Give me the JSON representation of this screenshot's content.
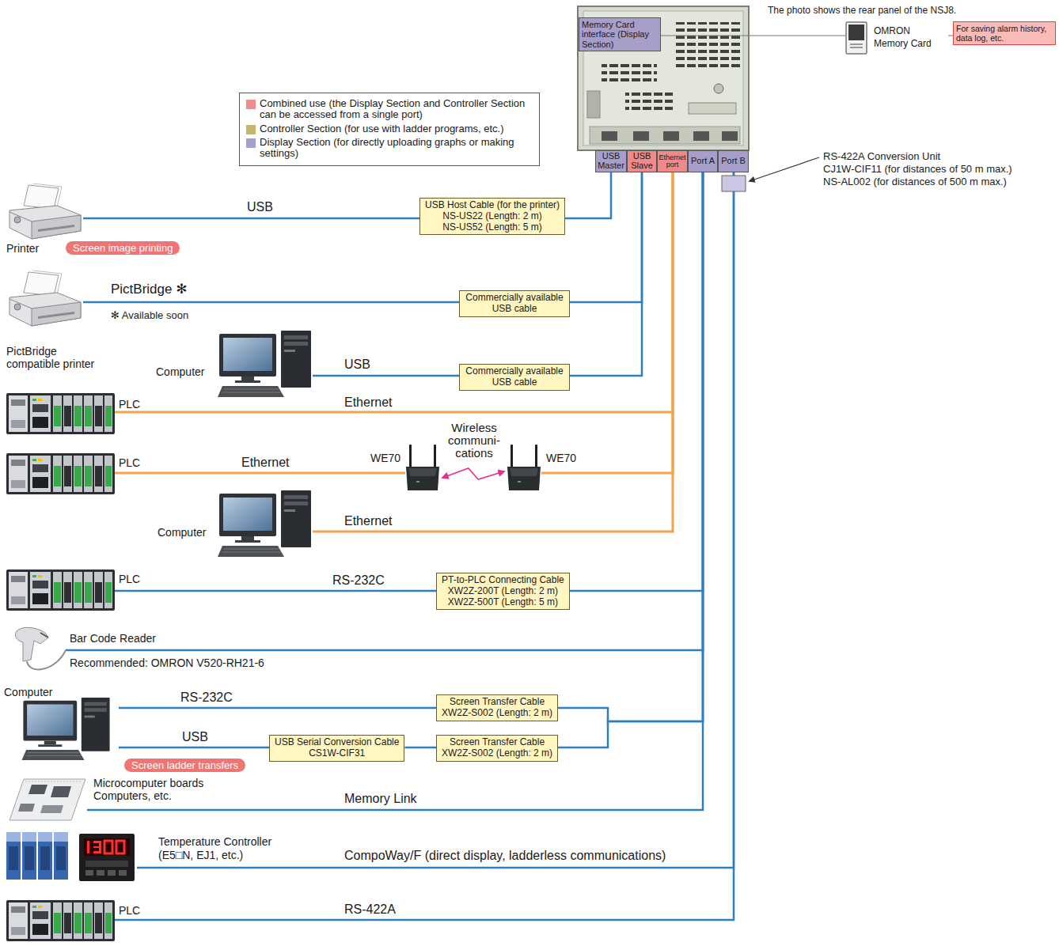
{
  "diagram": {
    "nodes": [
      {
        "text": [
          "Memory Card interface (Display Section)"
        ]
      },
      {
        "text": [
          "OMRON Memory Card"
        ]
      },
      {
        "text": [
          "For saving alarm history, data log, etc."
        ]
      },
      {
        "text": [
          "USB Master"
        ]
      },
      {
        "text": [
          "USB Slave"
        ]
      },
      {
        "text": [
          "Ethernet port"
        ]
      },
      {
        "text": [
          "Port A"
        ]
      },
      {
        "text": [
          "Port B"
        ]
      },
      {
        "text": [
          "USB Host Cable (for the printer)",
          "NS-US22 (Length: 2 m)",
          "NS-US52 (Length: 5 m)"
        ]
      },
      {
        "text": [
          "Printer"
        ]
      },
      {
        "text": [
          "Screen image printing"
        ]
      },
      {
        "text": [
          "PictBridge compatible printer"
        ]
      },
      {
        "text": [
          "Commercially available USB cable"
        ]
      },
      {
        "text": [
          "Computer"
        ]
      },
      {
        "text": [
          "Commercially available USB cable"
        ]
      },
      {
        "text": [
          "PLC"
        ]
      },
      {
        "text": [
          "PLC"
        ]
      },
      {
        "text": [
          "WE70"
        ]
      },
      {
        "text": [
          "WE70"
        ]
      },
      {
        "text": [
          "Computer"
        ]
      },
      {
        "text": [
          "PLC"
        ]
      },
      {
        "text": [
          "PT-to-PLC Connecting Cable",
          "XW2Z-200T (Length: 2 m)",
          "XW2Z-500T (Length: 5 m)"
        ]
      },
      {
        "text": [
          "Bar Code Reader",
          "Recommended: OMRON V520-RH21-6"
        ]
      },
      {
        "text": [
          "Computer"
        ]
      },
      {
        "text": [
          "Screen Transfer Cable",
          "XW2Z-S002 (Length: 2 m)"
        ]
      },
      {
        "text": [
          "USB Serial Conversion Cable",
          "CS1W-CIF31"
        ]
      },
      {
        "text": [
          "Screen Transfer Cable",
          "XW2Z-S002 (Length: 2 m)"
        ]
      },
      {
        "text": [
          "Screen ladder transfers"
        ]
      },
      {
        "text": [
          "Microcomputer boards",
          "Computers, etc."
        ]
      },
      {
        "text": [
          "Temperature Controller",
          "(E5□N, EJ1, etc.)"
        ]
      },
      {
        "text": [
          "PLC"
        ]
      }
    ],
    "edges": [
      {
        "from": 0,
        "to": 1,
        "arrow": "none"
      },
      {
        "from": 1,
        "to": 2,
        "arrow": "none"
      },
      {
        "from": 9,
        "to": 8,
        "label": "USB",
        "arrow": "none"
      },
      {
        "from": 8,
        "to": 3,
        "arrow": "none"
      },
      {
        "from": 11,
        "to": 12,
        "label": "PictBridge ✻",
        "arrow": "none"
      },
      {
        "from": 12,
        "to": 4,
        "arrow": "none"
      },
      {
        "from": 13,
        "to": 14,
        "label": "USB",
        "arrow": "none"
      },
      {
        "from": 14,
        "to": 4,
        "arrow": "none"
      },
      {
        "from": 15,
        "to": 5,
        "label": "Ethernet",
        "arrow": "none"
      },
      {
        "from": 16,
        "to": 17,
        "label": "Ethernet",
        "arrow": "none"
      },
      {
        "from": 17,
        "to": 18,
        "label": "Wireless communi- cations",
        "arrow": "both"
      },
      {
        "from": 18,
        "to": 5,
        "arrow": "none"
      },
      {
        "from": 19,
        "to": 5,
        "label": "Ethernet",
        "arrow": "none"
      },
      {
        "from": 20,
        "to": 21,
        "label": "RS-232C",
        "arrow": "none"
      },
      {
        "from": 21,
        "to": 6,
        "arrow": "none"
      },
      {
        "from": 22,
        "to": 6,
        "arrow": "none"
      },
      {
        "from": 23,
        "to": 24,
        "label": "RS-232C",
        "arrow": "none"
      },
      {
        "from": 23,
        "to": 25,
        "label": "USB",
        "arrow": "none"
      },
      {
        "from": 25,
        "to": 26,
        "arrow": "none"
      },
      {
        "from": 24,
        "to": 6,
        "arrow": "none"
      },
      {
        "from": 26,
        "to": 6,
        "arrow": "none"
      },
      {
        "from": 28,
        "to": 6,
        "label": "Memory Link",
        "arrow": "none"
      },
      {
        "from": 29,
        "to": 7,
        "label": "CompoWay/F (direct display, ladderless communications)",
        "arrow": "none"
      },
      {
        "from": 30,
        "to": 7,
        "label": "RS-422A",
        "arrow": "none"
      }
    ],
    "labels": [
      "The photo shows the rear panel of the NSJ8.",
      "✻ Available soon",
      "RS-422A Conversion Unit",
      "CJ1W-CIF11 (for distances of 50 m max.)",
      "NS-AL002 (for distances of 500 m max.)"
    ],
    "legend": [
      {
        "text": "Combined use (the Display Section and Controller Section can be accessed from a single port)",
        "color": "#f08c8c"
      },
      {
        "text": "Controller Section (for use with ladder programs, etc.)",
        "color": "#c9b46b"
      },
      {
        "text": "Display Section (for directly uploading graphs or making settings)",
        "color": "#a79fca"
      }
    ]
  }
}
